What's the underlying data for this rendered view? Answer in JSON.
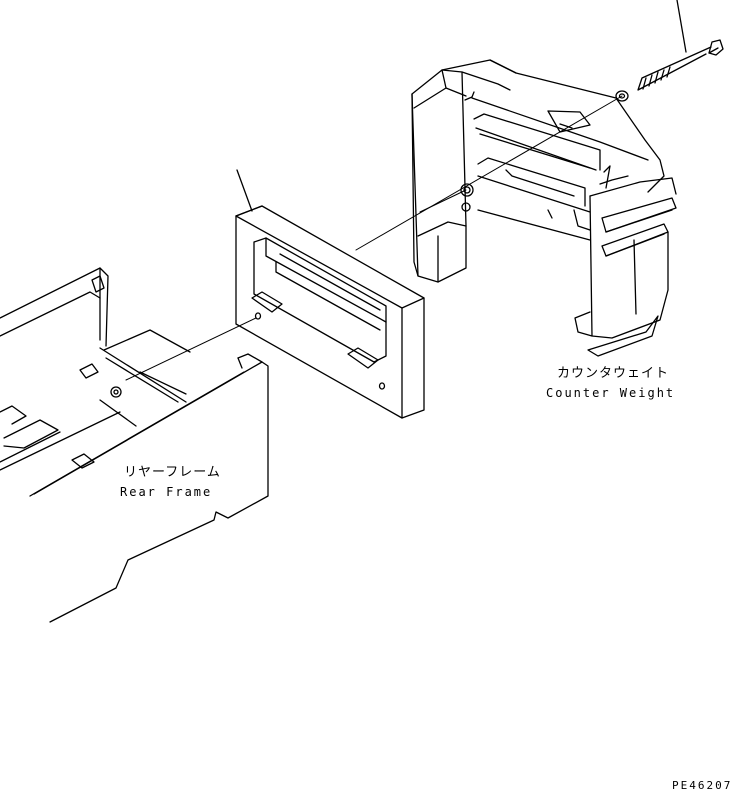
{
  "labels": {
    "counter_weight_jp": "カウンタウェイト",
    "counter_weight_en": "Counter Weight",
    "rear_frame_jp": "リヤーフレーム",
    "rear_frame_en": "Rear Frame",
    "drawing_code": "PE46207"
  },
  "colors": {
    "line": "#000000",
    "background": "#ffffff"
  }
}
